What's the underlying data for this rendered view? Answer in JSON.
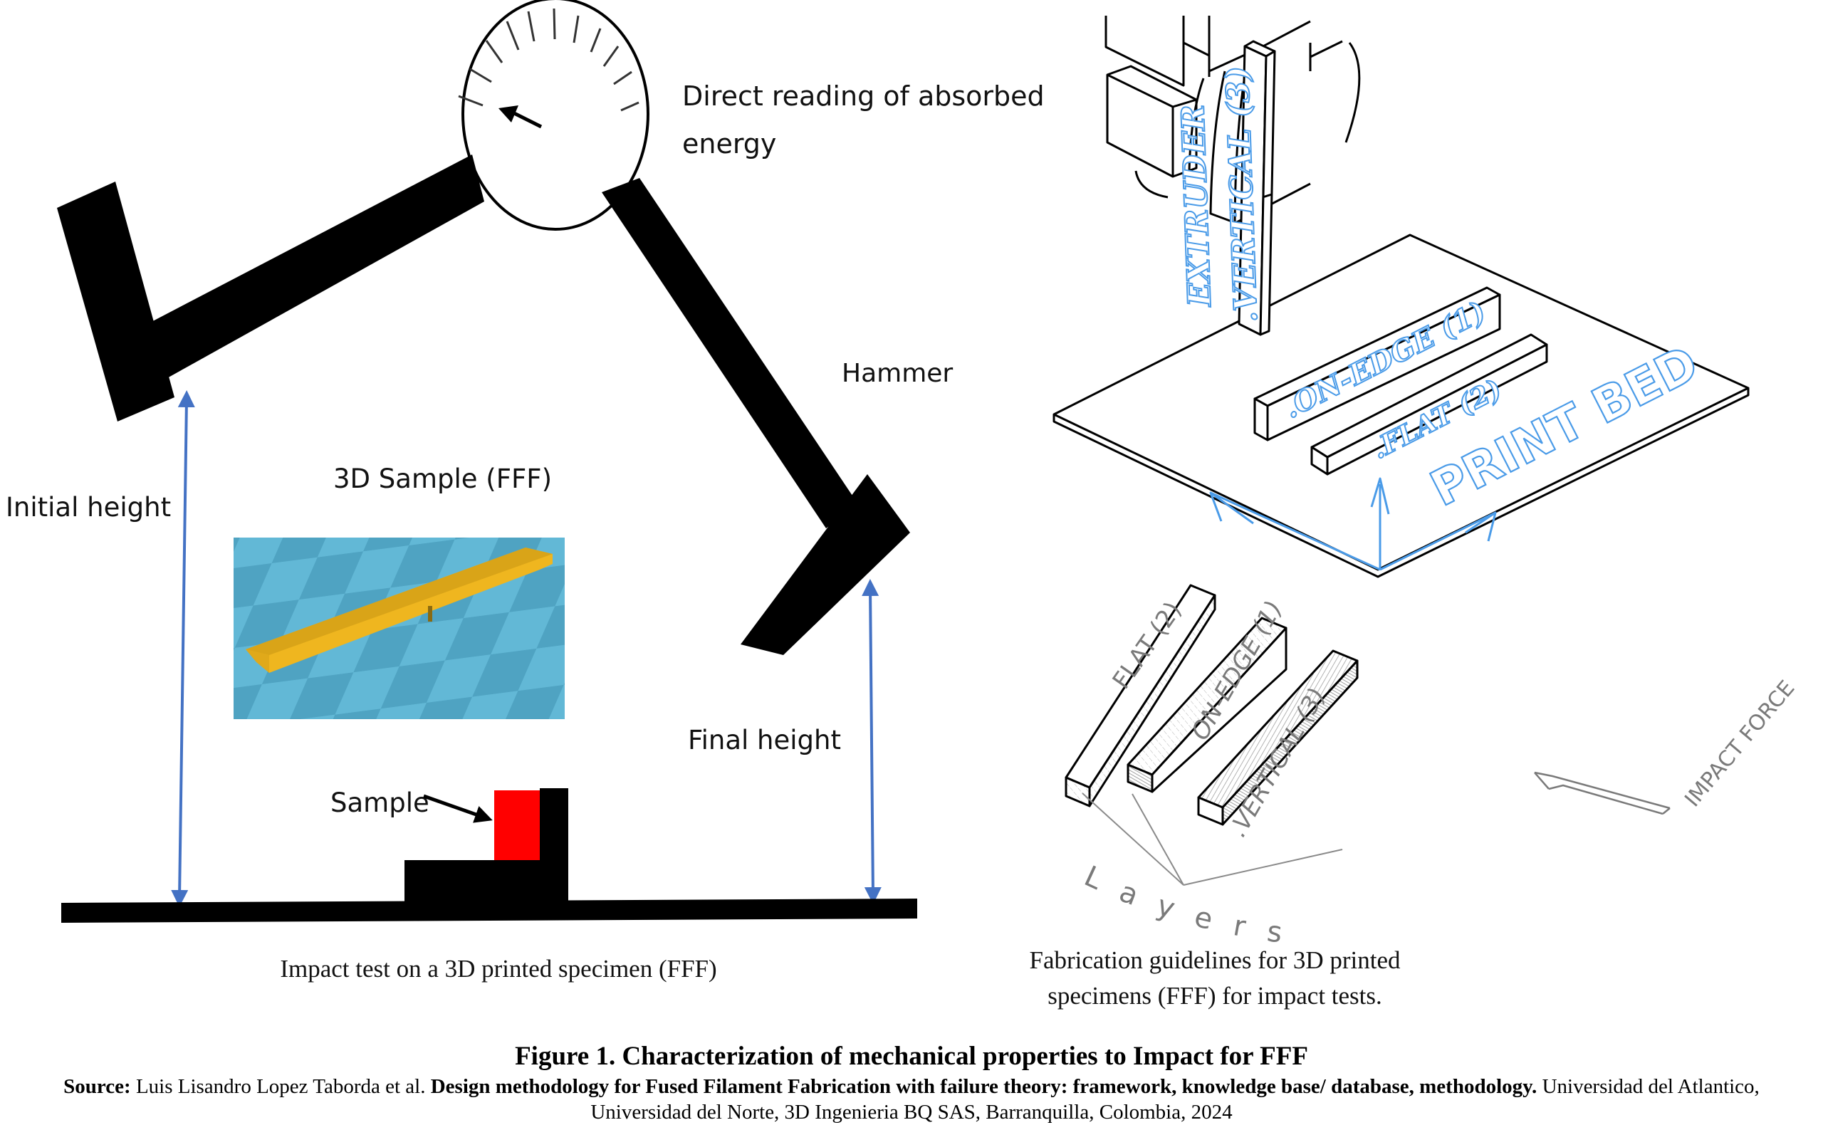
{
  "left_panel": {
    "gauge_label_line1": "Direct reading of absorbed",
    "gauge_label_line2": "energy",
    "hammer_label": "Hammer",
    "initial_height_label": "Initial height",
    "final_height_label": "Final height",
    "sample_3d_label": "3D Sample (FFF)",
    "sample_label": "Sample",
    "caption": "Impact test on a 3D printed specimen (FFF)",
    "colors": {
      "hammer": "#000000",
      "arrow": "#4472c4",
      "sample": "#ff0000",
      "bed_light": "#62b8d6",
      "bed_dark": "#4fa3c2",
      "bar_top": "#d9a418",
      "bar_side": "#efb61f"
    }
  },
  "right_panel": {
    "extruder_label": "EXTRUDER",
    "vertical_label": ".VERTICAL (3)",
    "on_edge_label": ".ON-EDGE (1)",
    "flat_label": ".FLAT (2)",
    "print_bed_label": "PRINT BED",
    "specimen_flat_label": "FLAT (2)",
    "specimen_on_edge_label": "ON-EDGE (1)",
    "specimen_vertical_label": ".VERTICAL (3)",
    "impact_force_label": "IMPACT FORCE",
    "layers_label": "Layers",
    "caption_line1": "Fabrication guidelines for 3D printed",
    "caption_line2": "specimens (FFF) for impact tests.",
    "colors": {
      "annotation_blue": "#4a9be8",
      "line": "#000000",
      "gray": "#7a7a7a"
    }
  },
  "figure": {
    "title": "Figure 1. Characterization of mechanical properties to Impact for FFF",
    "source_label": "Source:",
    "source_authors": "Luis Lisandro Lopez Taborda et al.",
    "source_title": "Design methodology for Fused Filament Fabrication with failure theory: framework, knowledge base/ database, methodology.",
    "source_affiliation": "Universidad del Atlantico, Universidad del Norte, 3D Ingenieria BQ SAS, Barranquilla, Colombia, 2024"
  }
}
